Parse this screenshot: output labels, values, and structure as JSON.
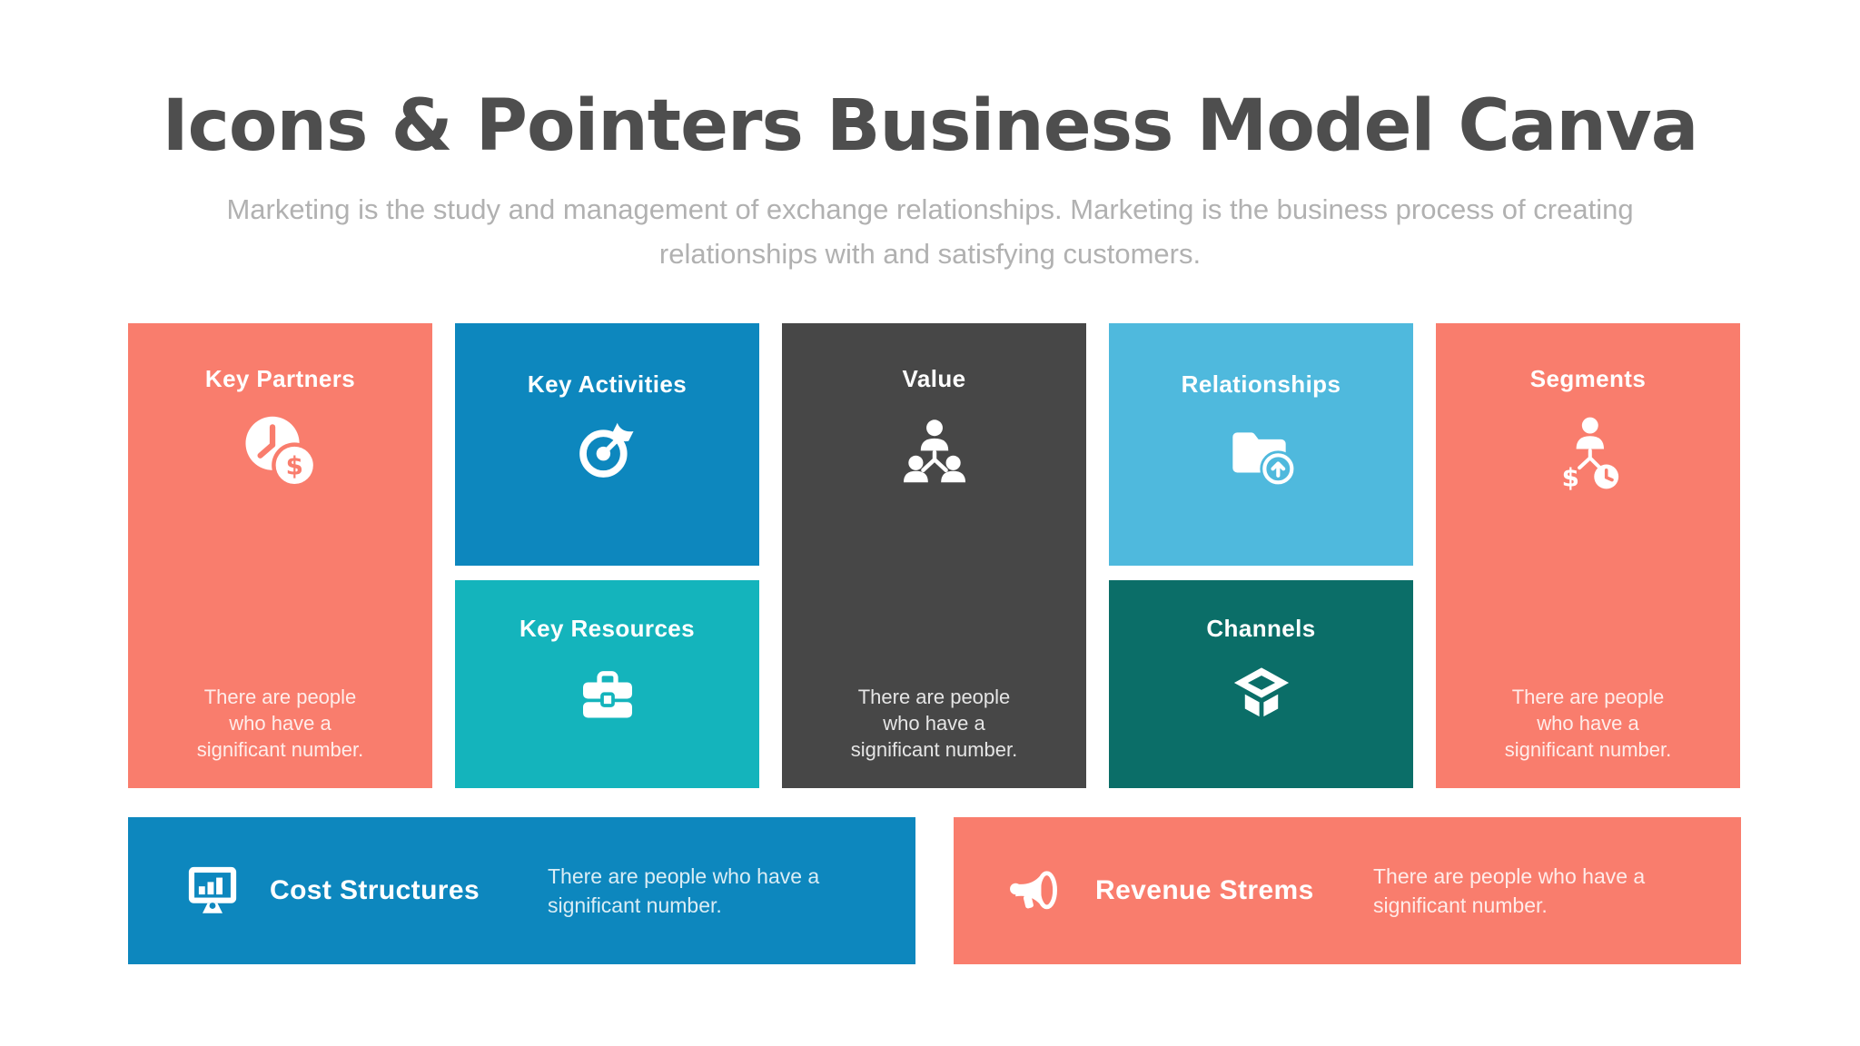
{
  "header": {
    "title": "Icons & Pointers Business Model Canva",
    "subtitle": "Marketing is the study and management of exchange relationships. Marketing is the business process of creating relationships with and satisfying customers."
  },
  "palette": {
    "coral": "#F97D6D",
    "blue": "#0D87BE",
    "teal": "#14B4BC",
    "charcoal": "#474747",
    "sky_blue": "#4FB9DD",
    "dark_green": "#0B6E68",
    "heading_text": "#4E4E4E",
    "subtitle_text": "#B1B1B1",
    "block_text": "#FFFFFF"
  },
  "blocks": {
    "key_partners": {
      "title": "Key Partners",
      "body": "There are people who have a significant number.",
      "icon": "clock-dollar-icon",
      "color": "#F97D6D"
    },
    "key_activities": {
      "title": "Key Activities",
      "icon": "target-dart-icon",
      "color": "#0D87BE"
    },
    "key_resources": {
      "title": "Key Resources",
      "icon": "briefcase-icon",
      "color": "#14B4BC"
    },
    "value": {
      "title": "Value",
      "body": "There are people who have a significant number.",
      "icon": "people-hierarchy-icon",
      "color": "#474747"
    },
    "relationships": {
      "title": "Relationships",
      "icon": "folder-upload-icon",
      "color": "#4FB9DD"
    },
    "channels": {
      "title": "Channels",
      "icon": "open-box-icon",
      "color": "#0B6E68"
    },
    "segments": {
      "title": "Segments",
      "body": "There are people who have a significant number.",
      "icon": "person-dollar-clock-icon",
      "color": "#F97D6D"
    },
    "cost_structures": {
      "title": "Cost Structures",
      "body": "There are people who have a significant number.",
      "icon": "monitor-chart-icon",
      "color": "#0D87BE"
    },
    "revenue_streams": {
      "title": "Revenue Strems",
      "body": "There are people who have a significant number.",
      "icon": "megaphone-icon",
      "color": "#F97D6D"
    }
  }
}
